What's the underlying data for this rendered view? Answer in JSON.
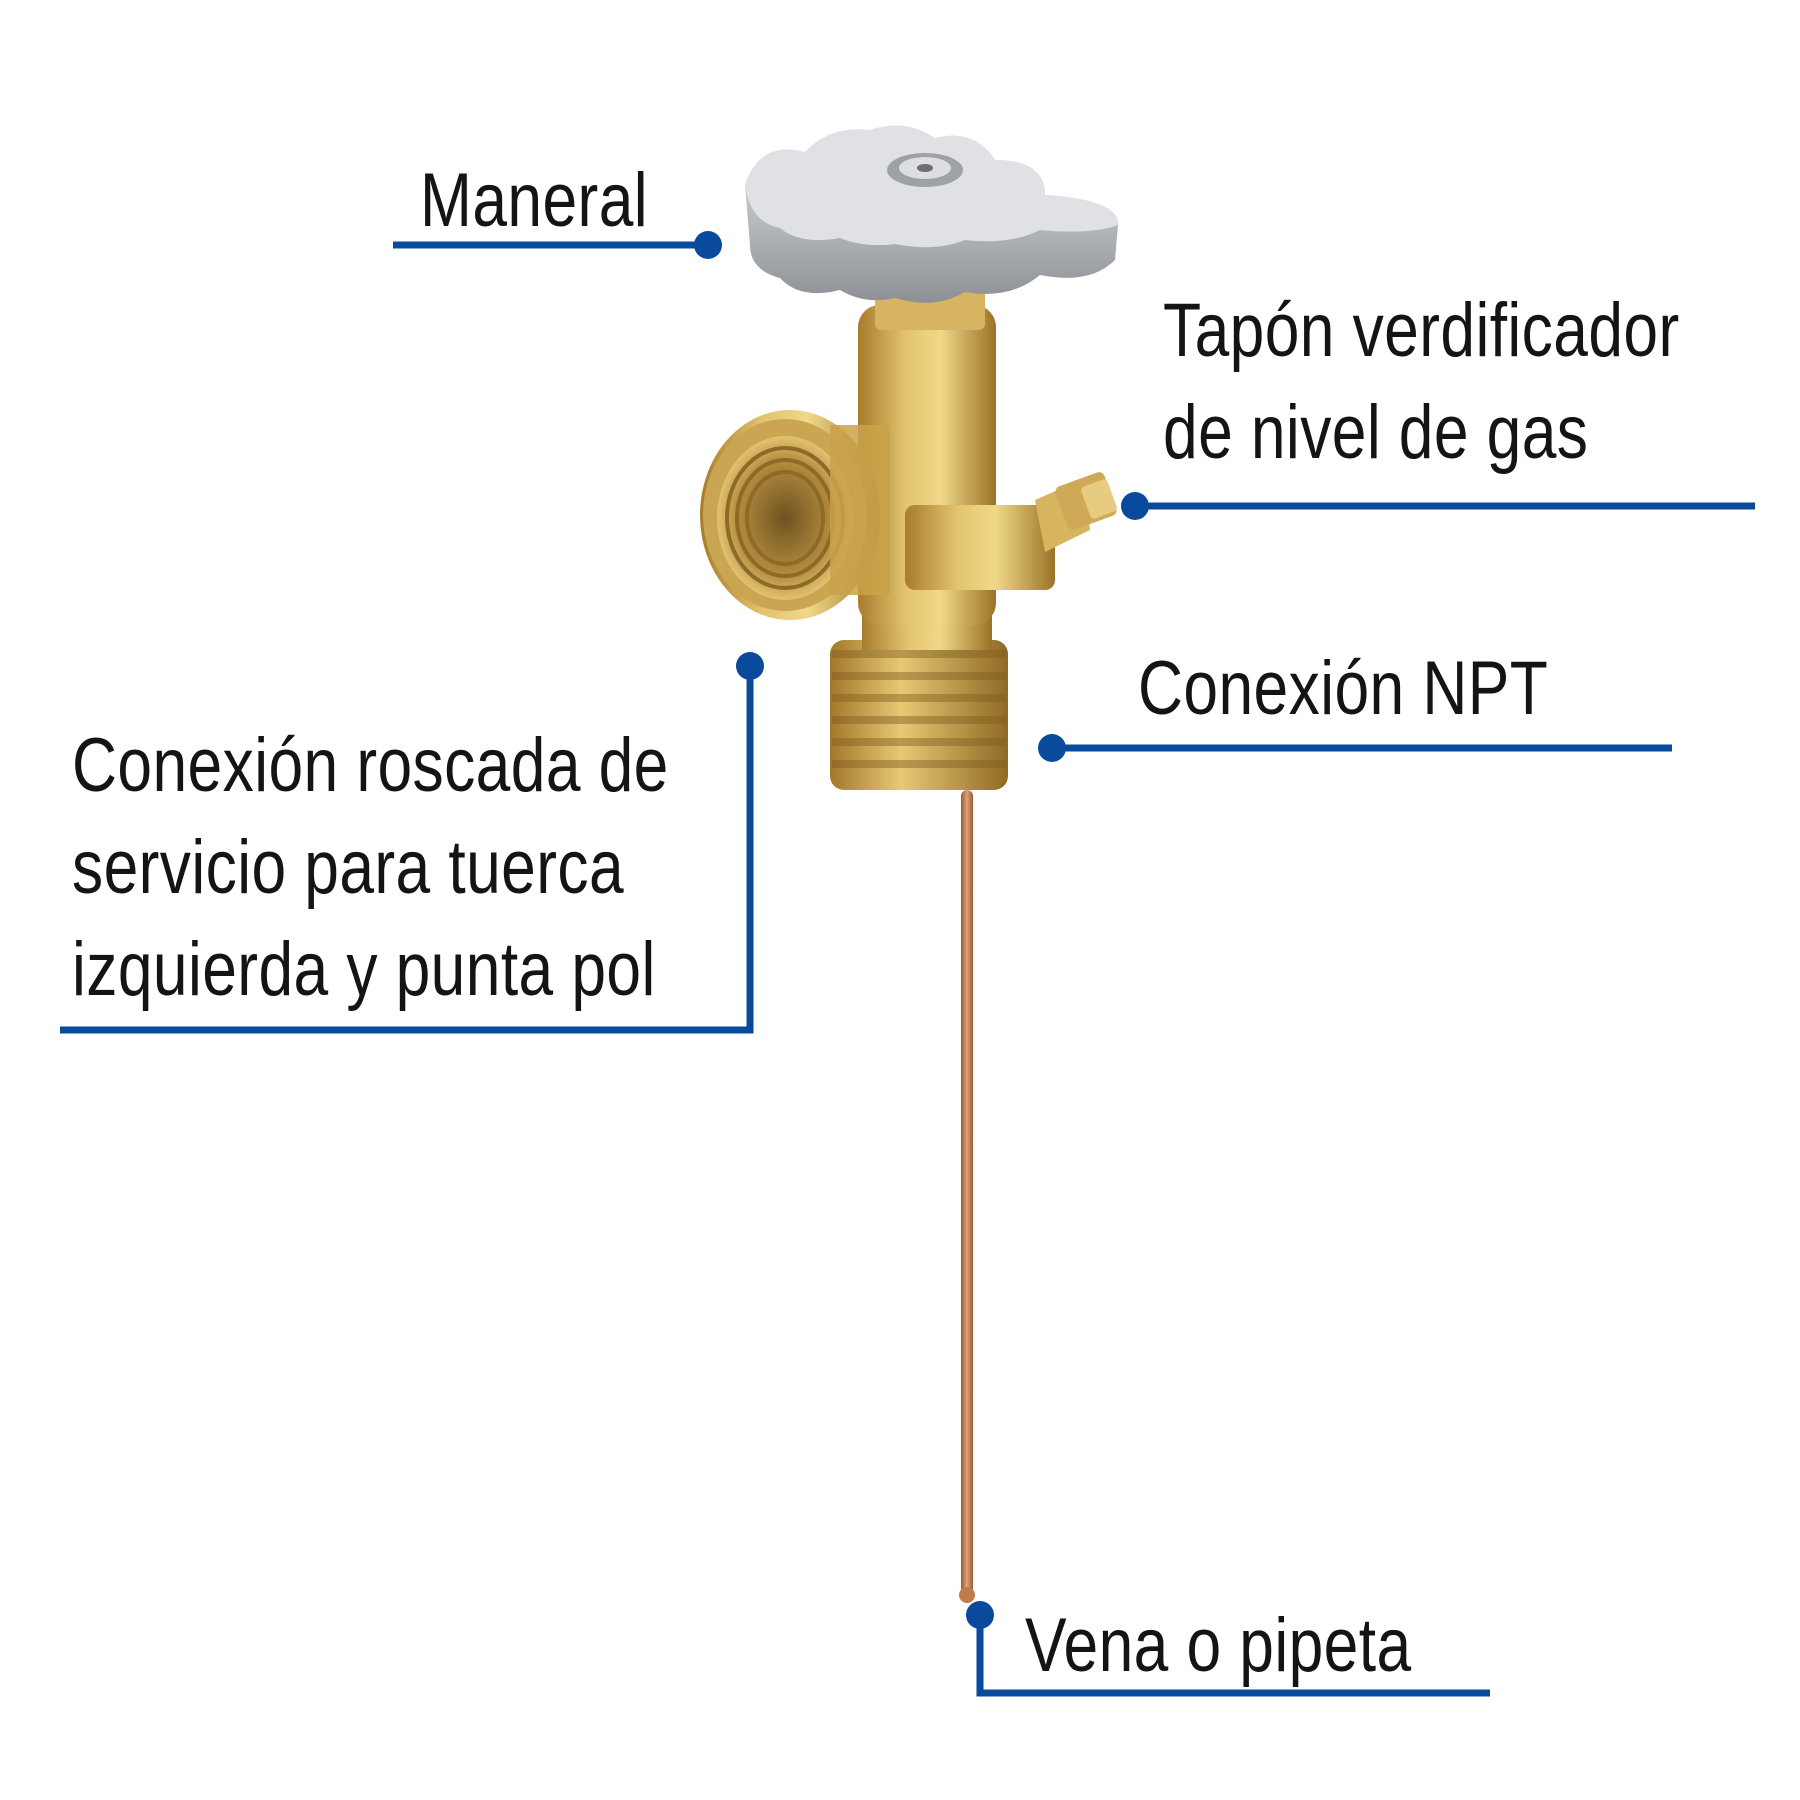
{
  "colors": {
    "accent": "#0a4a9c",
    "text": "#141414",
    "brass": "#c9a24a",
    "knob": "#b9bcc0",
    "copper": "#c07a4e"
  },
  "labels": {
    "maneral": "Maneral",
    "tapon": [
      "Tapón verdificador",
      "de nivel de gas"
    ],
    "npt": "Conexión NPT",
    "roscada": [
      "Conexión roscada de",
      "servicio para tuerca",
      "izquierda y punta pol"
    ],
    "vena": "Vena o pipeta"
  }
}
